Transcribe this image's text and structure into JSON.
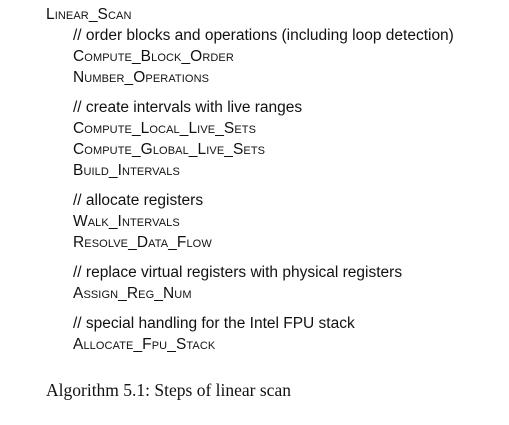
{
  "algorithm": {
    "name": "Linear_Scan",
    "groups": [
      {
        "comment": "// order blocks and operations (including loop detection)",
        "steps": [
          "Compute_Block_Order",
          "Number_Operations"
        ]
      },
      {
        "comment": "// create intervals with live ranges",
        "steps": [
          "Compute_Local_Live_Sets",
          "Compute_Global_Live_Sets",
          "Build_Intervals"
        ]
      },
      {
        "comment": "// allocate registers",
        "steps": [
          "Walk_Intervals",
          "Resolve_Data_Flow"
        ]
      },
      {
        "comment": "// replace virtual registers with physical registers",
        "steps": [
          "Assign_Reg_Num"
        ]
      },
      {
        "comment": "// special handling for the Intel FPU stack",
        "steps": [
          "Allocate_Fpu_Stack"
        ]
      }
    ]
  },
  "caption": "Algorithm 5.1: Steps of linear scan"
}
